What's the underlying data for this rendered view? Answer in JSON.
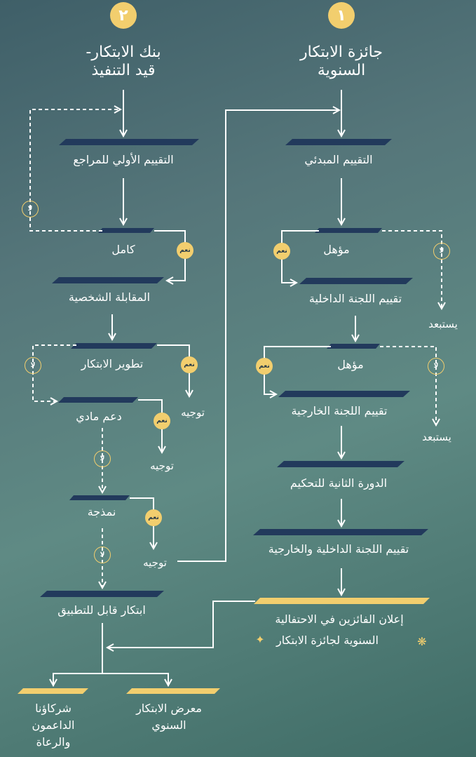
{
  "tracks": {
    "award": {
      "number": "١",
      "title_line1": "جائزة الابتكار",
      "title_line2": "السنوية"
    },
    "bank": {
      "number": "٢",
      "title_line1": "بنك الابتكار-",
      "title_line2": "قيد التنفيذ"
    }
  },
  "award_steps": {
    "initial_review": "التقييم المبدئي",
    "qualified_1": "مؤهل",
    "internal_committee": "تقييم اللجنة الداخلية",
    "excluded_1": "يستبعد",
    "qualified_2": "مؤهل",
    "external_committee": "تقييم اللجنة الخارجية",
    "excluded_2": "يستبعد",
    "second_round": "الدورة الثانية للتحكيم",
    "joint_review": "تقييم اللجنة الداخلية والخارجية",
    "announce_line1": "إعلان الفائزين في الاحتفالية",
    "announce_line2": "السنوية لجائزة الابتكار"
  },
  "bank_steps": {
    "reviewer_review": "التقييم الأولي للمراجع",
    "complete": "كامل",
    "interview": "المقابلة الشخصية",
    "develop": "تطوير الابتكار",
    "guidance_1": "توجيه",
    "material_support": "دعم مادي",
    "guidance_2": "توجيه",
    "prototyping": "نمذجة",
    "guidance_3": "توجيه",
    "applicable": "ابتكار قابل للتطبيق"
  },
  "outcomes": {
    "exhibition_line1": "معرض الابتكار",
    "exhibition_line2": "السنوي",
    "partners_line1": "شركاؤنا",
    "partners_line2": "الداعمون",
    "partners_line3": "والرعاة"
  },
  "badges": {
    "yes": "نعم",
    "no": "لا"
  },
  "colors": {
    "accent": "#f2ce6e",
    "bar": "#223a5c",
    "line": "#ffffff"
  }
}
